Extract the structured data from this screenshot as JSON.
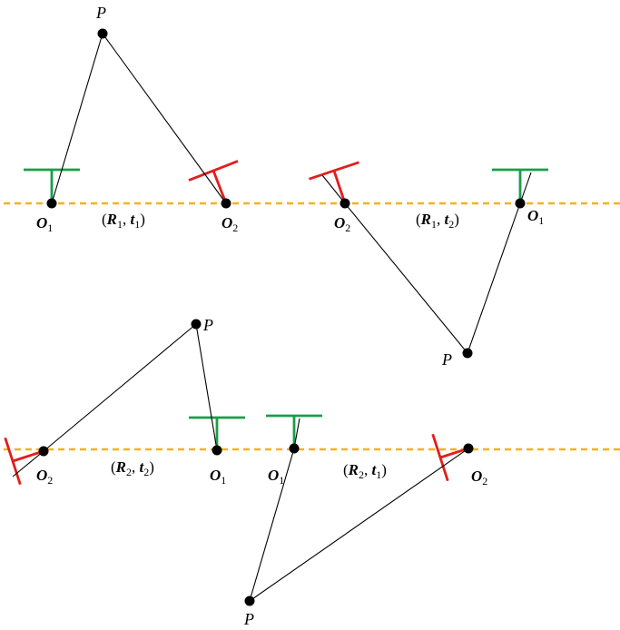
{
  "colors": {
    "baseline": "#F5B21C",
    "camera1": "#1A9E4A",
    "camera2": "#E21D1D",
    "point": "#000000"
  },
  "labels": {
    "P": "P",
    "O": "O",
    "R": "R",
    "t": "t",
    "sub1": "1",
    "sub2": "2",
    "open_paren": "(",
    "close_paren": ")",
    "comma": ","
  },
  "panels": [
    {
      "pair": {
        "R": "1",
        "t": "1"
      },
      "left_camera": "1",
      "right_camera": "2",
      "point_side": "above"
    },
    {
      "pair": {
        "R": "1",
        "t": "2"
      },
      "left_camera": "2",
      "right_camera": "1",
      "point_side": "below"
    },
    {
      "pair": {
        "R": "2",
        "t": "2"
      },
      "left_camera": "2",
      "right_camera": "1",
      "point_side": "above"
    },
    {
      "pair": {
        "R": "2",
        "t": "1"
      },
      "left_camera": "1",
      "right_camera": "2",
      "point_side": "below"
    }
  ]
}
